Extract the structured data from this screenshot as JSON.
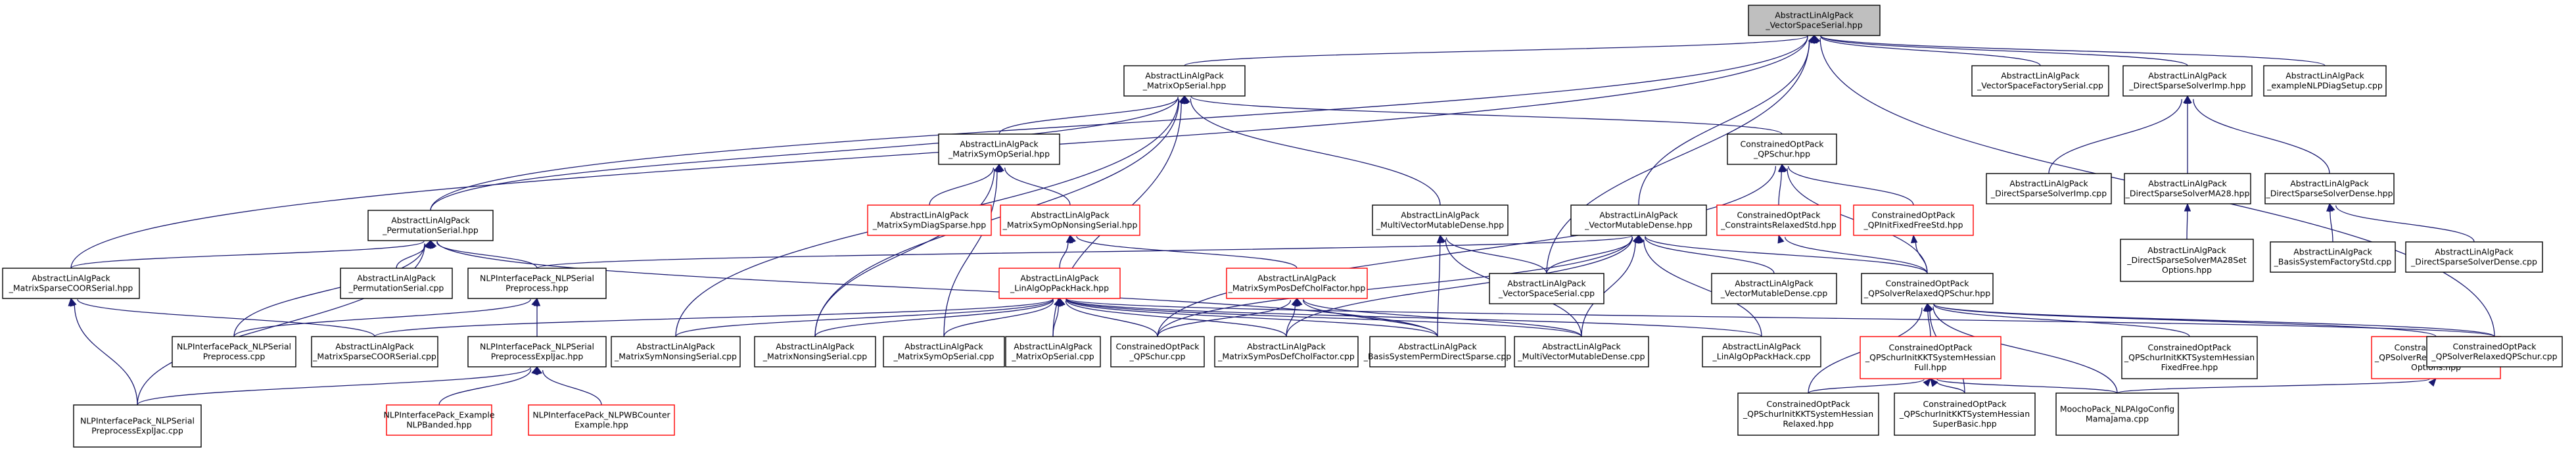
{
  "graph_title": "",
  "nodes": {
    "root": {
      "lines": [
        "AbstractLinAlgPack",
        "_VectorSpaceSerial.hpp"
      ],
      "style": "root"
    },
    "mos": {
      "lines": [
        "AbstractLinAlgPack",
        "_MatrixOpSerial.hpp"
      ]
    },
    "vsfs": {
      "lines": [
        "AbstractLinAlgPack",
        "_VectorSpaceFactorySerial.cpp"
      ]
    },
    "dssi": {
      "lines": [
        "AbstractLinAlgPack",
        "_DirectSparseSolverImp.hpp"
      ]
    },
    "ends": {
      "lines": [
        "AbstractLinAlgPack",
        "_exampleNLPDiagSetup.cpp"
      ]
    },
    "msym": {
      "lines": [
        "AbstractLinAlgPack",
        "_MatrixSymOpSerial.hpp"
      ]
    },
    "qpschur": {
      "lines": [
        "ConstrainedOptPack",
        "_QPSchur.hpp"
      ]
    },
    "dssicpp": {
      "lines": [
        "AbstractLinAlgPack",
        "_DirectSparseSolverImp.cpp"
      ]
    },
    "ma28": {
      "lines": [
        "AbstractLinAlgPack",
        "_DirectSparseSolverMA28.hpp"
      ]
    },
    "dsdense": {
      "lines": [
        "AbstractLinAlgPack",
        "_DirectSparseSolverDense.hpp"
      ]
    },
    "perm": {
      "lines": [
        "AbstractLinAlgPack",
        "_PermutationSerial.hpp"
      ]
    },
    "diagsp": {
      "lines": [
        "AbstractLinAlgPack",
        "_MatrixSymDiagSparse.hpp"
      ],
      "style": "red"
    },
    "nonsing": {
      "lines": [
        "AbstractLinAlgPack",
        "_MatrixSymOpNonsingSerial.hpp"
      ],
      "style": "red"
    },
    "mvmd": {
      "lines": [
        "AbstractLinAlgPack",
        "_MultiVectorMutableDense.hpp"
      ]
    },
    "vmd": {
      "lines": [
        "AbstractLinAlgPack",
        "_VectorMutableDense.hpp"
      ]
    },
    "crstd": {
      "lines": [
        "ConstrainedOptPack",
        "_ConstraintsRelaxedStd.hpp"
      ],
      "style": "red"
    },
    "pffs": {
      "lines": [
        "ConstrainedOptPack",
        "_QPInitFixedFreeStd.hpp"
      ],
      "style": "red"
    },
    "ma28opt": {
      "lines": [
        "AbstractLinAlgPack",
        "_DirectSparseSolverMA28Set",
        "Options.hpp"
      ]
    },
    "bsfs": {
      "lines": [
        "AbstractLinAlgPack",
        "_BasisSystemFactoryStd.cpp"
      ]
    },
    "dsdensecpp": {
      "lines": [
        "AbstractLinAlgPack",
        "_DirectSparseSolverDense.cpp"
      ]
    },
    "mscoo": {
      "lines": [
        "AbstractLinAlgPack",
        "_MatrixSparseCOORSerial.hpp"
      ]
    },
    "permcpp": {
      "lines": [
        "AbstractLinAlgPack",
        "_PermutationSerial.cpp"
      ]
    },
    "nlppre": {
      "lines": [
        "NLPInterfacePack_NLPSerial",
        "Preprocess.hpp"
      ]
    },
    "lahack": {
      "lines": [
        "AbstractLinAlgPack",
        "_LinAlgOpPackHack.hpp"
      ],
      "style": "red"
    },
    "pdchol": {
      "lines": [
        "AbstractLinAlgPack",
        "_MatrixSymPosDefCholFactor.hpp"
      ],
      "style": "red"
    },
    "vsscpp": {
      "lines": [
        "AbstractLinAlgPack",
        "_VectorSpaceSerial.cpp"
      ]
    },
    "vmdcpp": {
      "lines": [
        "AbstractLinAlgPack",
        "_VectorMutableDense.cpp"
      ]
    },
    "qprelax": {
      "lines": [
        "ConstrainedOptPack",
        "_QPSolverRelaxedQPSchur.hpp"
      ]
    },
    "nlpprecpp": {
      "lines": [
        "NLPInterfacePack_NLPSerial",
        "Preprocess.cpp"
      ]
    },
    "mscoocpp": {
      "lines": [
        "AbstractLinAlgPack",
        "_MatrixSparseCOORSerial.cpp"
      ]
    },
    "nlpjac": {
      "lines": [
        "NLPInterfacePack_NLPSerial",
        "PreprocessExplJac.hpp"
      ]
    },
    "msnscpp": {
      "lines": [
        "AbstractLinAlgPack",
        "_MatrixSymNonsingSerial.cpp"
      ]
    },
    "mnscpp": {
      "lines": [
        "AbstractLinAlgPack",
        "_MatrixNonsingSerial.cpp"
      ]
    },
    "msymcpp": {
      "lines": [
        "AbstractLinAlgPack",
        "_MatrixSymOpSerial.cpp"
      ]
    },
    "mopcpp": {
      "lines": [
        "AbstractLinAlgPack",
        "_MatrixOpSerial.cpp"
      ]
    },
    "qpschurcpp": {
      "lines": [
        "ConstrainedOptPack",
        "_QPSchur.cpp"
      ]
    },
    "pdcholcpp": {
      "lines": [
        "AbstractLinAlgPack",
        "_MatrixSymPosDefCholFactor.cpp"
      ]
    },
    "bspds": {
      "lines": [
        "AbstractLinAlgPack",
        "_BasisSystemPermDirectSparse.cpp"
      ]
    },
    "mvmdcpp": {
      "lines": [
        "AbstractLinAlgPack",
        "_MultiVectorMutableDense.cpp"
      ]
    },
    "lahackcpp": {
      "lines": [
        "AbstractLinAlgPack",
        "_LinAlgOpPackHack.cpp"
      ]
    },
    "kktfull": {
      "lines": [
        "ConstrainedOptPack",
        "_QPSchurInitKKTSystemHessian",
        "Full.hpp"
      ],
      "style": "red"
    },
    "kktfixed": {
      "lines": [
        "ConstrainedOptPack",
        "_QPSchurInitKKTSystemHessian",
        "FixedFree.hpp"
      ]
    },
    "qprsopt": {
      "lines": [
        "ConstrainedOptPack",
        "_QPSolverRelaxedQPSchurSet",
        "Options.hpp"
      ],
      "style": "red"
    },
    "qprcpp": {
      "lines": [
        "ConstrainedOptPack",
        "_QPSolverRelaxedQPSchur.cpp"
      ]
    },
    "nlpjaccpp": {
      "lines": [
        "NLPInterfacePack_NLPSerial",
        "PreprocessExplJac.cpp"
      ]
    },
    "banded": {
      "lines": [
        "NLPInterfacePack_Example",
        "NLPBanded.hpp"
      ],
      "style": "red"
    },
    "wbc": {
      "lines": [
        "NLPInterfacePack_NLPWBCounter",
        "Example.hpp"
      ],
      "style": "red"
    },
    "kktrelax": {
      "lines": [
        "ConstrainedOptPack",
        "_QPSchurInitKKTSystemHessian",
        "Relaxed.hpp"
      ]
    },
    "kktsuper": {
      "lines": [
        "ConstrainedOptPack",
        "_QPSchurInitKKTSystemHessian",
        "SuperBasic.hpp"
      ]
    },
    "mama": {
      "lines": [
        "MoochoPack_NLPAlgoConfig",
        "MamaJama.cpp"
      ]
    }
  },
  "edges": [
    [
      "mos",
      "root"
    ],
    [
      "vsfs",
      "root"
    ],
    [
      "dssi",
      "root"
    ],
    [
      "ends",
      "root"
    ],
    [
      "perm",
      "root"
    ],
    [
      "vmd",
      "root"
    ],
    [
      "vsscpp",
      "root"
    ],
    [
      "qprcpp",
      "root"
    ],
    [
      "mscoo",
      "root"
    ],
    [
      "msym",
      "mos"
    ],
    [
      "qpschur",
      "mos"
    ],
    [
      "perm",
      "mos"
    ],
    [
      "mvmd",
      "mos"
    ],
    [
      "mopcpp",
      "mos"
    ],
    [
      "msnscpp",
      "mos"
    ],
    [
      "mnscpp",
      "mos"
    ],
    [
      "nonsing",
      "msym"
    ],
    [
      "diagsp",
      "msym"
    ],
    [
      "msymcpp",
      "msym"
    ],
    [
      "mnscpp",
      "msym"
    ],
    [
      "crstd",
      "qpschur"
    ],
    [
      "pffs",
      "qpschur"
    ],
    [
      "qprelax",
      "qpschur"
    ],
    [
      "qpschurcpp",
      "qpschur"
    ],
    [
      "dssicpp",
      "dssi"
    ],
    [
      "ma28",
      "dssi"
    ],
    [
      "dsdense",
      "dssi"
    ],
    [
      "ma28opt",
      "ma28"
    ],
    [
      "bsfs",
      "dsdense"
    ],
    [
      "dsdensecpp",
      "dsdense"
    ],
    [
      "mscoo",
      "perm"
    ],
    [
      "permcpp",
      "perm"
    ],
    [
      "nlppre",
      "perm"
    ],
    [
      "nlpprecpp",
      "perm"
    ],
    [
      "nlpjaccpp",
      "perm"
    ],
    [
      "bspds",
      "perm"
    ],
    [
      "lahack",
      "nonsing"
    ],
    [
      "pdchol",
      "nonsing"
    ],
    [
      "mvmdcpp",
      "mvmd"
    ],
    [
      "bspds",
      "mvmd"
    ],
    [
      "vsscpp",
      "mvmd"
    ],
    [
      "qprelax",
      "vmd"
    ],
    [
      "vmdcpp",
      "vmd"
    ],
    [
      "vsscpp",
      "vmd"
    ],
    [
      "mvmdcpp",
      "vmd"
    ],
    [
      "lahackcpp",
      "vmd"
    ],
    [
      "qpschurcpp",
      "vmd"
    ],
    [
      "pdcholcpp",
      "vmd"
    ],
    [
      "nlppre",
      "vmd"
    ],
    [
      "qprelax",
      "crstd"
    ],
    [
      "qprelax",
      "pffs"
    ],
    [
      "mscoocpp",
      "mscoo"
    ],
    [
      "nlpjaccpp",
      "mscoo"
    ],
    [
      "nlpprecpp",
      "nlppre"
    ],
    [
      "nlpjac",
      "nlppre"
    ],
    [
      "msnscpp",
      "lahack"
    ],
    [
      "mnscpp",
      "lahack"
    ],
    [
      "msymcpp",
      "lahack"
    ],
    [
      "mopcpp",
      "lahack"
    ],
    [
      "qpschurcpp",
      "lahack"
    ],
    [
      "pdcholcpp",
      "lahack"
    ],
    [
      "bspds",
      "lahack"
    ],
    [
      "mvmdcpp",
      "lahack"
    ],
    [
      "lahackcpp",
      "lahack"
    ],
    [
      "mscoocpp",
      "lahack"
    ],
    [
      "qprcpp",
      "lahack"
    ],
    [
      "pdcholcpp",
      "pdchol"
    ],
    [
      "qpschurcpp",
      "pdchol"
    ],
    [
      "bspds",
      "pdchol"
    ],
    [
      "mvmdcpp",
      "pdchol"
    ],
    [
      "kktfull",
      "qprelax"
    ],
    [
      "kktfixed",
      "qprelax"
    ],
    [
      "qprsopt",
      "qprelax"
    ],
    [
      "qprcpp",
      "qprelax"
    ],
    [
      "mama",
      "qprelax"
    ],
    [
      "kktrelax",
      "qprelax"
    ],
    [
      "kktsuper",
      "qprelax"
    ],
    [
      "nlpjaccpp",
      "nlpjac"
    ],
    [
      "banded",
      "nlpjac"
    ],
    [
      "wbc",
      "nlpjac"
    ],
    [
      "kktrelax",
      "kktfull"
    ],
    [
      "kktsuper",
      "kktfull"
    ],
    [
      "mama",
      "kktfull"
    ],
    [
      "mama",
      "qprsopt"
    ]
  ]
}
